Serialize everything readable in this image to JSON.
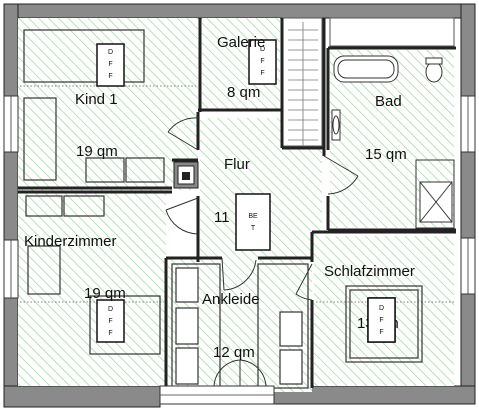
{
  "rooms": {
    "kind1": {
      "name": "Kind 1",
      "area": "19 qm"
    },
    "galerie": {
      "name": "Galerie",
      "area": "8 qm"
    },
    "bad": {
      "name": "Bad",
      "area": "15 qm"
    },
    "flur": {
      "name": "Flur",
      "area": "11"
    },
    "kinderzimmer": {
      "name": "Kinderzimmer",
      "area": "19 qm"
    },
    "ankleide": {
      "name": "Ankleide",
      "area": "12 qm"
    },
    "schlafzimmer": {
      "name": "Schlafzimmer",
      "area": "13 qm"
    }
  },
  "markers": {
    "dff": [
      "D",
      "F",
      "F"
    ],
    "bet": [
      "BE",
      "T"
    ]
  },
  "colors": {
    "wall": "#555555",
    "wall_outline": "#222222",
    "hatch": "#a8d8a8",
    "line": "#333333"
  }
}
